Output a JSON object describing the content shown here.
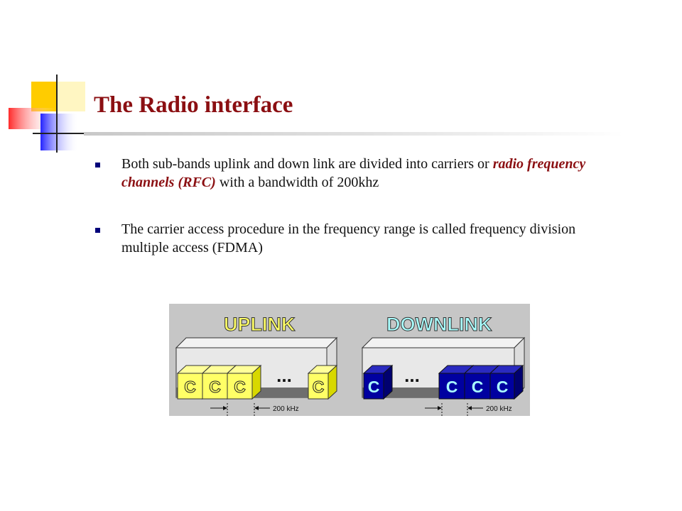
{
  "slide": {
    "title": "The Radio interface",
    "bullets": [
      {
        "pre": "Both sub-bands uplink and down link are divided into carriers or ",
        "emph": "radio frequency channels (RFC)",
        "post": " with a bandwidth of 200khz"
      },
      {
        "pre": "The carrier access procedure in the frequency range is called frequency division multiple access (FDMA)",
        "emph": "",
        "post": ""
      }
    ]
  },
  "figure": {
    "uplink_label": "UPLINK",
    "downlink_label": "DOWNLINK",
    "carrier_letter": "C",
    "ellipsis": "...",
    "bandwidth_label_up": "200 kHz",
    "bandwidth_label_down": "200 kHz"
  },
  "colors": {
    "title": "#8b0f12",
    "bullet": "#00007a",
    "uplink_fill": "#ffff66",
    "downlink_fill": "#0000a0",
    "figure_bg": "#c6c6c6"
  }
}
